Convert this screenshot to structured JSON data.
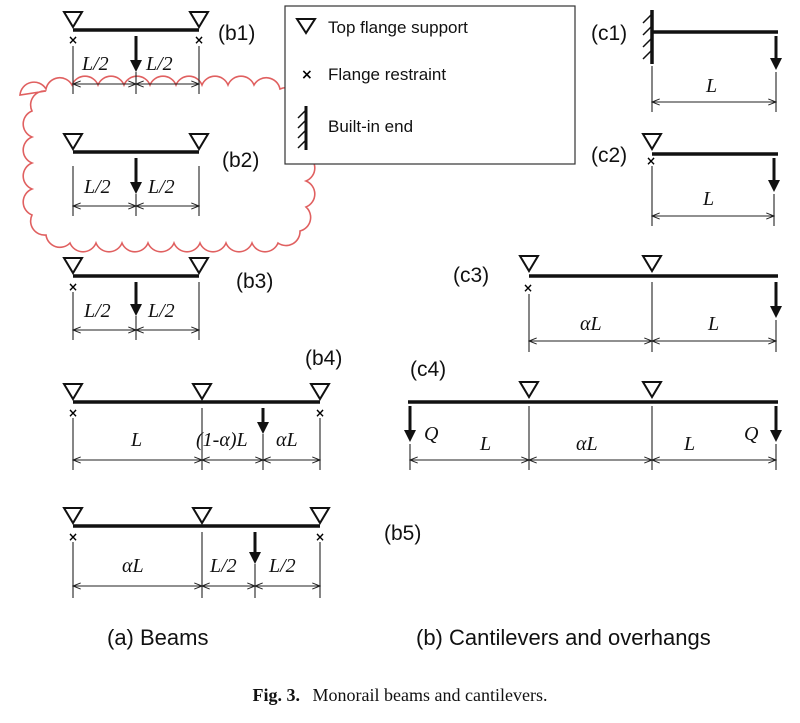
{
  "legend": {
    "support": "Top flange support",
    "restraint": "Flange restraint",
    "builtin": "Built-in end"
  },
  "cases": {
    "b1": "(b1)",
    "b2": "(b2)",
    "b3": "(b3)",
    "b4": "(b4)",
    "b5": "(b5)",
    "c1": "(c1)",
    "c2": "(c2)",
    "c3": "(c3)",
    "c4": "(c4)"
  },
  "dims": {
    "half": "L/2",
    "L": "L",
    "aL": "αL",
    "one_minus_aL": "(1-α)L",
    "Q": "Q"
  },
  "captions": {
    "a": "(a)  Beams",
    "b": "(b)  Cantilevers and overhangs",
    "fig_num": "Fig. 3.",
    "fig_text": "Monorail beams and cantilevers."
  },
  "colors": {
    "line": "#111111",
    "cloud": "#e06060"
  }
}
